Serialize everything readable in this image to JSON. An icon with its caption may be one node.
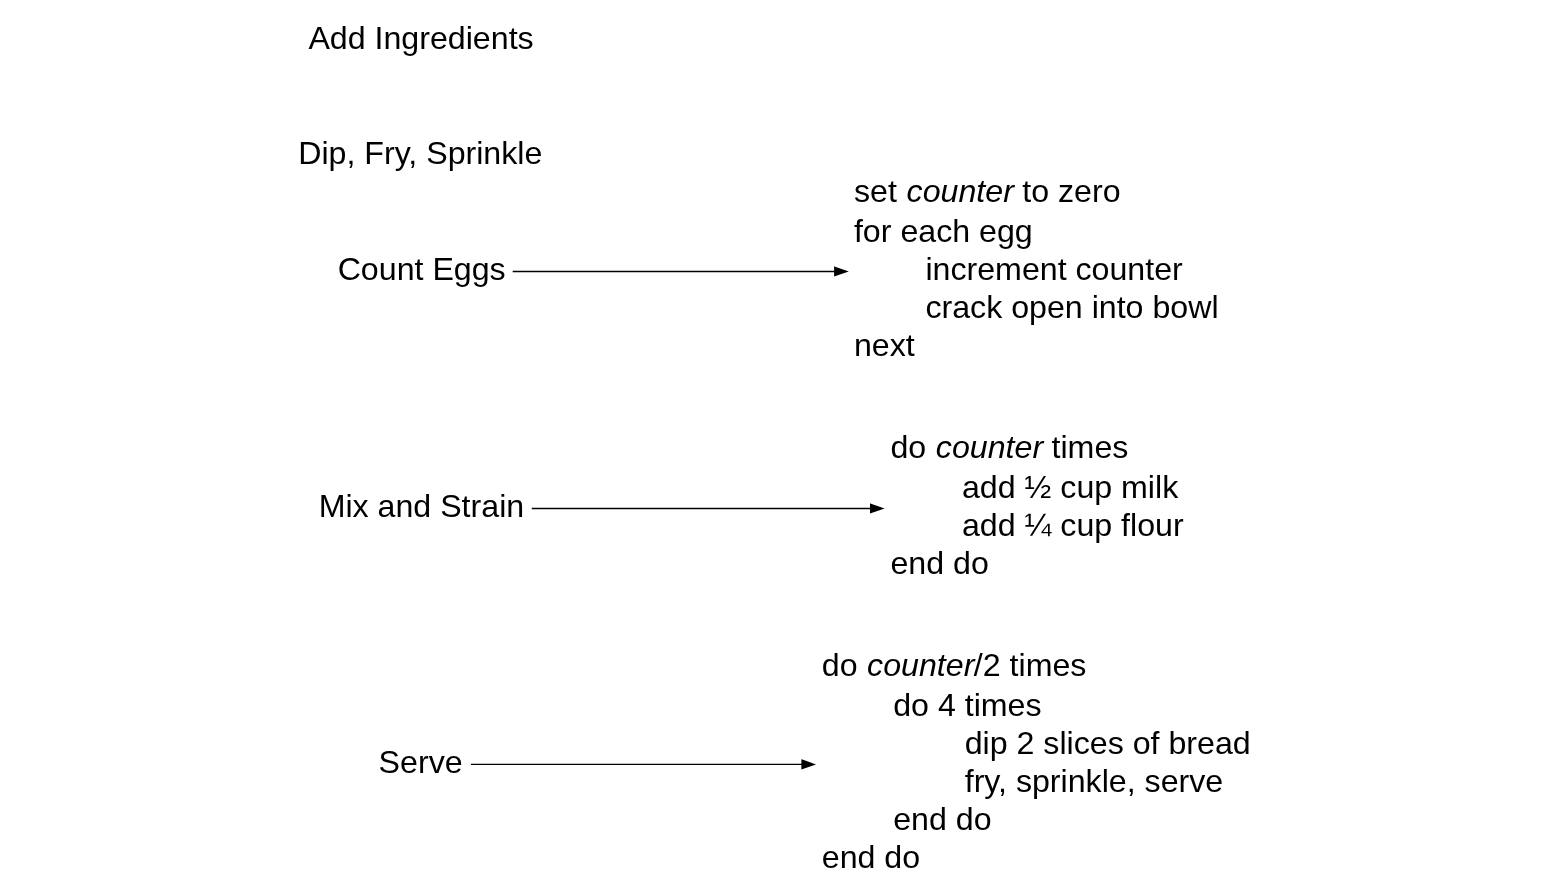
{
  "diagram": {
    "nodes": [
      {
        "text": [
          "Count Eggs"
        ]
      },
      {
        "text": [
          "Add Ingredients"
        ]
      },
      {
        "text": [
          "Mix and Strain"
        ]
      },
      {
        "text": [
          "Dip, Fry, Sprinkle"
        ]
      },
      {
        "text": [
          "Serve"
        ]
      },
      {
        "text": [
          "set *counter* to zero",
          "for each egg",
          "increment counter",
          "crack open into bowl",
          "next"
        ]
      },
      {
        "text": [
          "do *counter* times",
          "add ½ cup milk",
          "add ¼ cup flour",
          "end do"
        ]
      },
      {
        "text": [
          "do *counter*/2 times",
          "do 4 times",
          "dip 2 slices of bread",
          "fry, sprinkle, serve",
          "end do",
          "end do"
        ]
      }
    ],
    "edges": [
      {
        "from": 0,
        "to": 5,
        "arrow": "to"
      },
      {
        "from": 2,
        "to": 6,
        "arrow": "to"
      },
      {
        "from": 4,
        "to": 7,
        "arrow": "to"
      }
    ]
  }
}
